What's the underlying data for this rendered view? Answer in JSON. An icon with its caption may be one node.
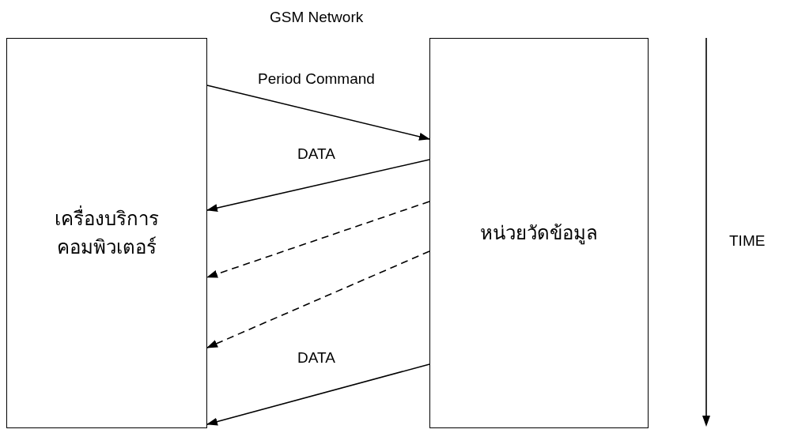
{
  "diagram": {
    "title": "GSM Network",
    "nodes": [
      {
        "text": [
          "เครื่องบริการคอมพิวเตอร์"
        ]
      },
      {
        "text": [
          "หน่วยวัดข้อมูล"
        ]
      }
    ],
    "edges": [
      {
        "from": 0,
        "to": 1,
        "arrow": "to",
        "label": "Period Command"
      },
      {
        "from": 1,
        "to": 0,
        "arrow": "to",
        "label": "DATA"
      },
      {
        "from": 1,
        "to": 0,
        "arrow": "to",
        "style": "dashed"
      },
      {
        "from": 1,
        "to": 0,
        "arrow": "to",
        "style": "dashed"
      },
      {
        "from": 1,
        "to": 0,
        "arrow": "to",
        "label": "DATA"
      }
    ],
    "labels": [
      "TIME"
    ]
  }
}
